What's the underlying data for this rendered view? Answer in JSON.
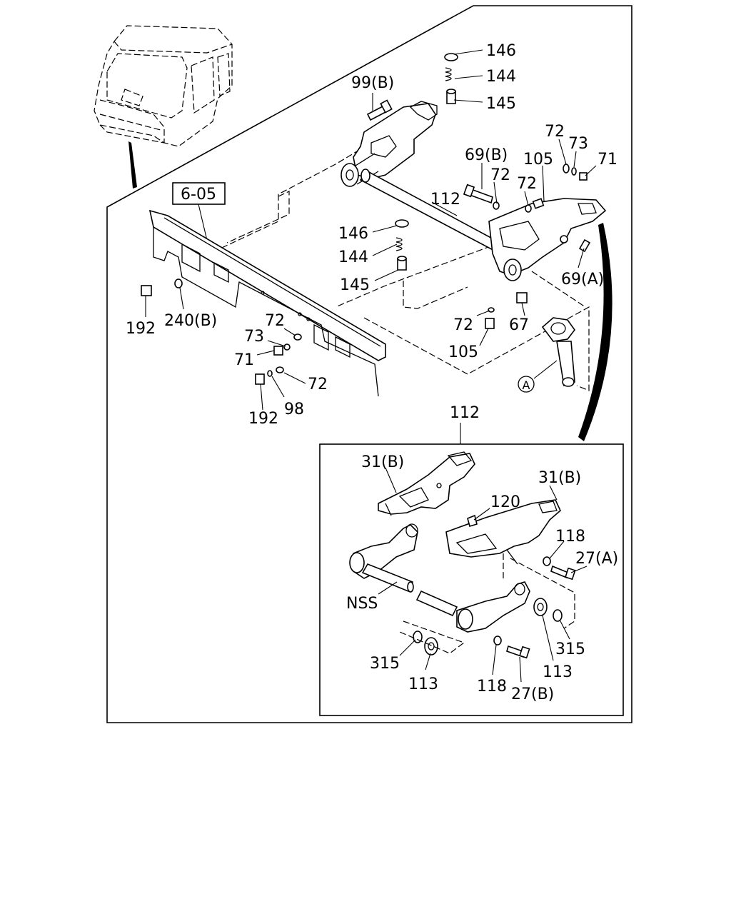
{
  "section_ref": "6-05",
  "inset_callout": "112",
  "circle_marker": "A",
  "main_labels": {
    "l146_top": "146",
    "l144_top": "144",
    "l145_top": "145",
    "l99b": "99(B)",
    "l72_a": "72",
    "l73_a": "73",
    "l71_a": "71",
    "l69b": "69(B)",
    "l105_a": "105",
    "l72_b": "72",
    "l72_c": "72",
    "l112": "112",
    "l146_mid": "146",
    "l144_mid": "144",
    "l145_mid": "145",
    "l69a": "69(A)",
    "l192_a": "192",
    "l240b": "240(B)",
    "l72_d": "72",
    "l73_b": "73",
    "l71_b": "71",
    "l72_e": "72",
    "l192_b": "192",
    "l98": "98",
    "l72_f": "72",
    "l67": "67",
    "l105_b": "105"
  },
  "inset_labels": {
    "l31b_a": "31(B)",
    "l31b_b": "31(B)",
    "l120": "120",
    "l118_a": "118",
    "l27a": "27(A)",
    "lnss": "NSS",
    "l315_a": "315",
    "l113_a": "113",
    "l118_b": "118",
    "l27b": "27(B)",
    "l113_b": "113",
    "l315_b": "315"
  },
  "icons": [
    "truck-cab-icon",
    "leader-arrow-icon"
  ]
}
